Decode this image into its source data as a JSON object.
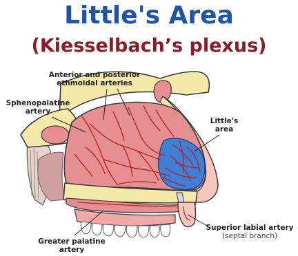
{
  "title": "Little's Area",
  "subtitle": "(Kiesselbach’s plexus)",
  "colors": {
    "title": "#1f55a8",
    "subtitle": "#8a1c24",
    "bone": "#f4e9a9",
    "bone_outline": "#3a3a3a",
    "mucosa": "#e58f93",
    "artery": "#b81f1f",
    "littles_area": "#3f7fd6",
    "skin": "#f6c8bd",
    "cartilage": "#cfd6e6"
  },
  "labels": {
    "ethmoidal_line1": "Anterior and posterior",
    "ethmoidal_line2": "ethmoidal arteries",
    "sphenopalatine_line1": "Sphenopalatine",
    "sphenopalatine_line2": "artery",
    "littles_line1": "Little's",
    "littles_line2": "area",
    "superior_labial": "Superior labial artery",
    "septal_branch": "(septal branch)",
    "greater_palatine_line1": "Greater palatine",
    "greater_palatine_line2": "artery"
  }
}
